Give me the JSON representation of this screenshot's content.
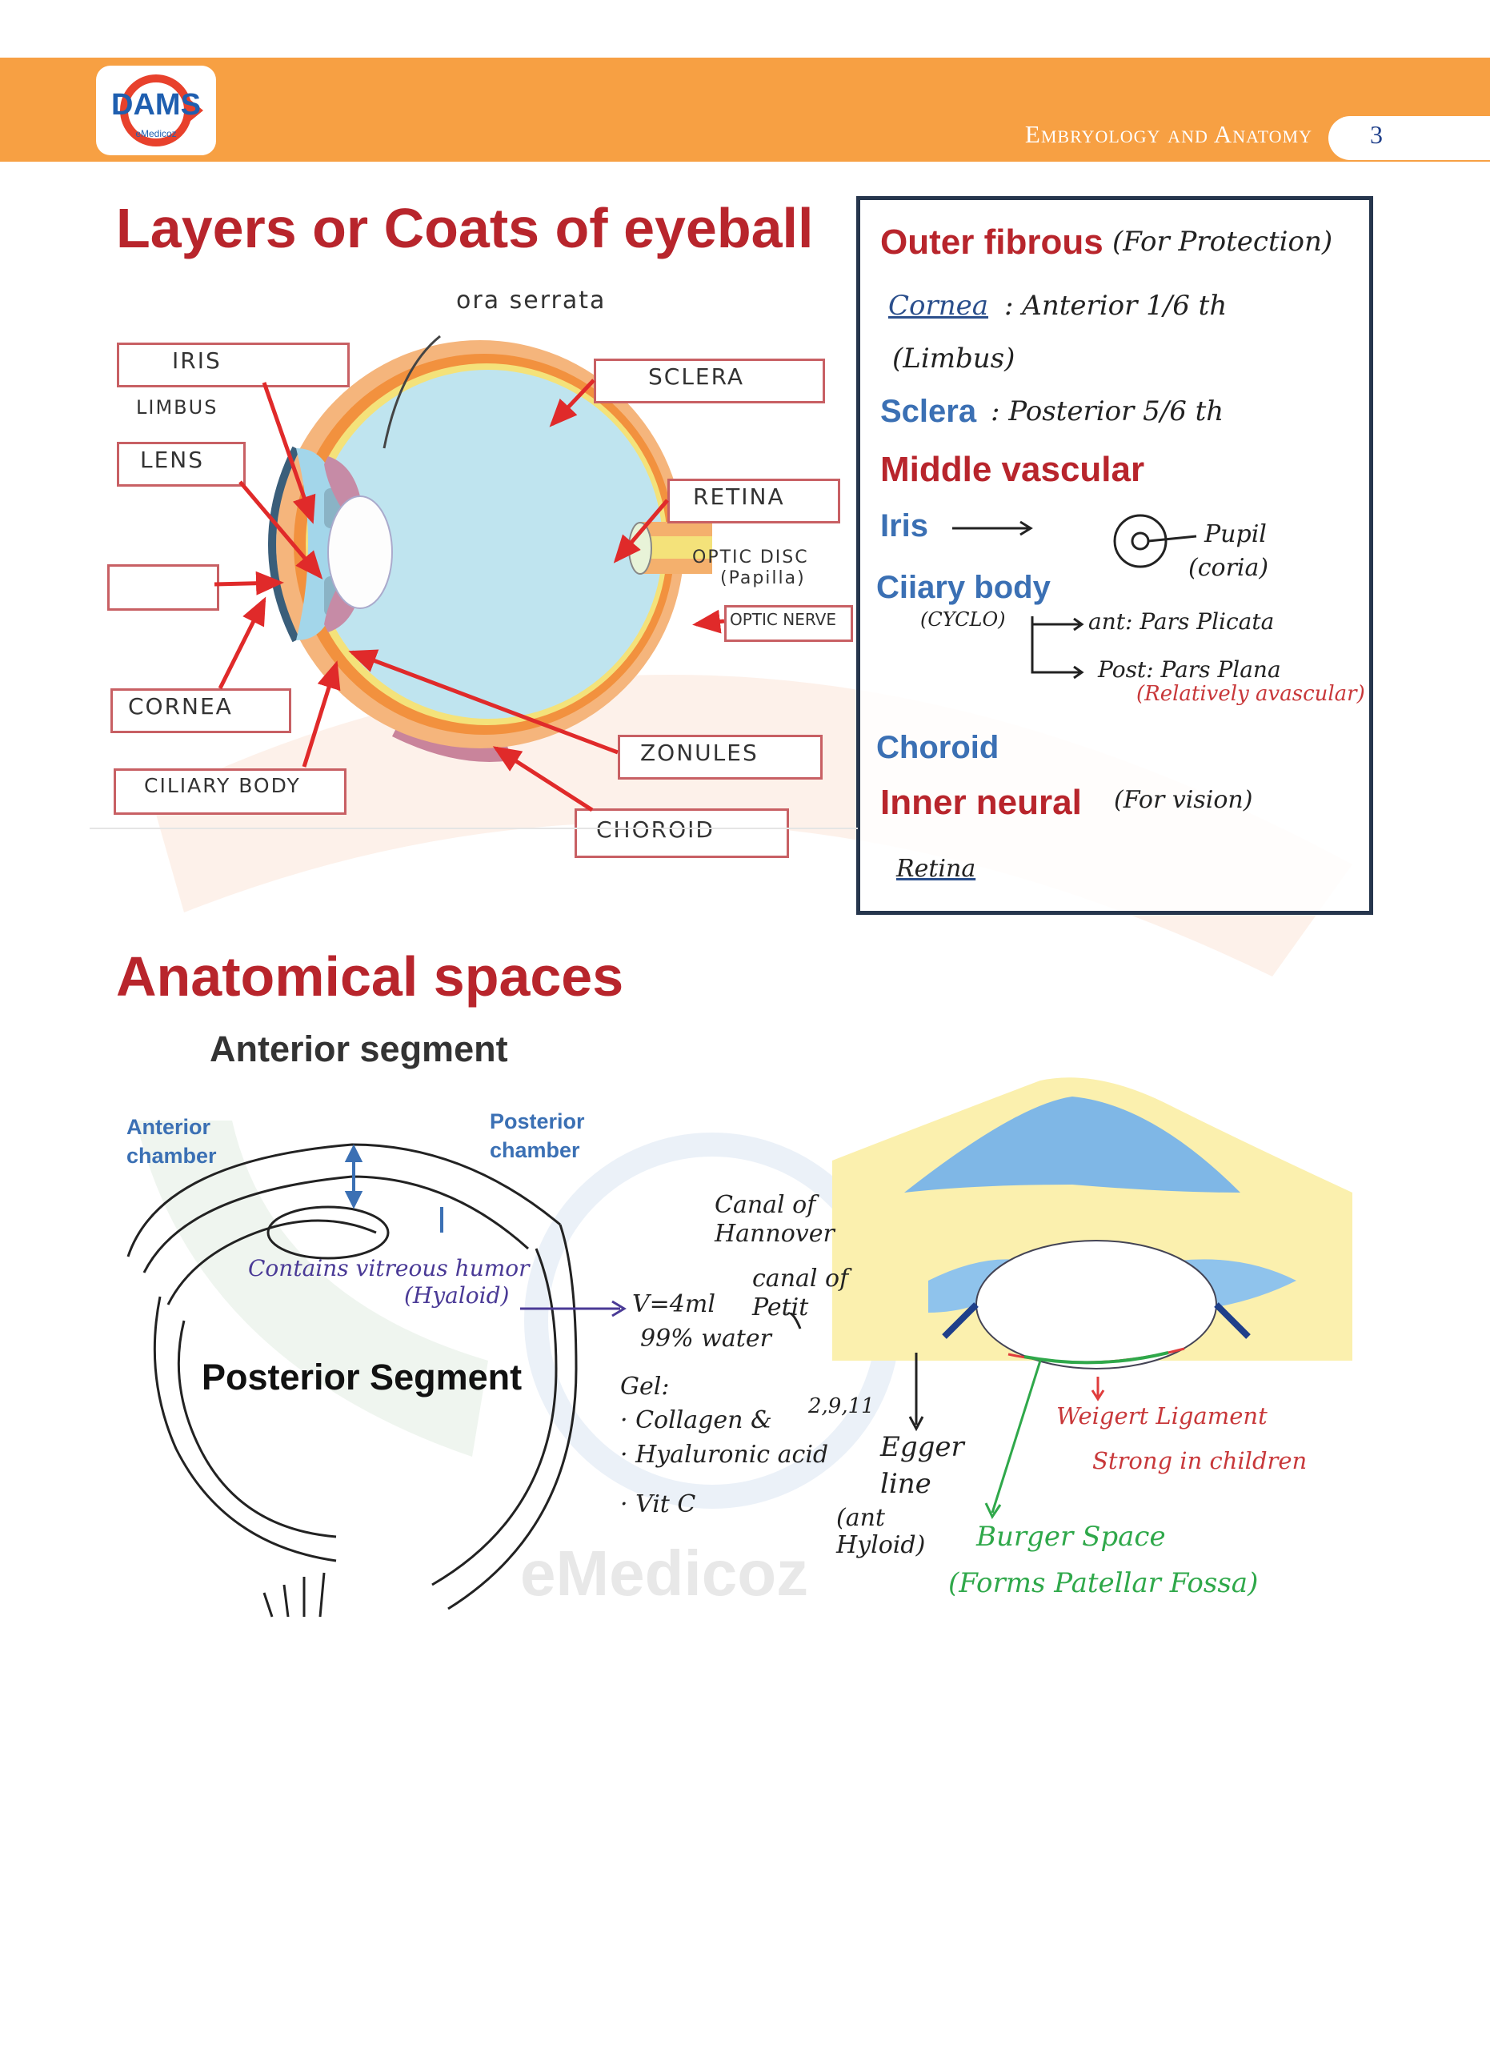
{
  "header": {
    "logo_text": "DAMS",
    "logo_sub": "eMedicoz",
    "title": "Embryology and Anatomy",
    "page_number": "3"
  },
  "section1": {
    "title": "Layers or Coats of eyeball",
    "labels": {
      "ora_serrata": "ora serrata",
      "iris": "IRIS",
      "limbus": "LIMBUS",
      "lens": "LENS",
      "blank": "",
      "cornea": "CORNEA",
      "ciliary_body": "CILIARY BODY",
      "sclera": "SCLERA",
      "retina": "RETINA",
      "optic_disc": "OPTIC DISC",
      "papilla": "(Papilla)",
      "optic_nerve": "OPTIC NERVE",
      "zonules": "ZONULES",
      "choroid": "CHOROID"
    }
  },
  "notes": {
    "outer": "Outer fibrous",
    "outer_note": "(For Protection)",
    "cornea": "Cornea",
    "cornea_note": ": Anterior 1/6 th",
    "limbus": "(Limbus)",
    "sclera": "Sclera",
    "sclera_note": ": Posterior 5/6 th",
    "middle": "Middle vascular",
    "iris": "Iris",
    "pupil": "Pupil",
    "coria": "(coria)",
    "ciliary": "Ciiary body",
    "cyclo": "(CYCLO)",
    "pars_plicata": "ant: Pars Plicata",
    "pars_plana": "Post: Pars Plana",
    "avascular": "(Relatively avascular)",
    "choroid": "Choroid",
    "inner": "Inner neural",
    "inner_note": "(For vision)",
    "retina": "Retina"
  },
  "section2": {
    "title": "Anatomical spaces",
    "anterior_segment": "Anterior segment",
    "anterior_chamber": [
      "Anterior",
      "chamber"
    ],
    "posterior_chamber": [
      "Posterior",
      "chamber"
    ],
    "vitreous": "Contains vitreous humor",
    "hyaloid": "(Hyaloid)",
    "posterior_segment": "Posterior Segment",
    "volume": "V=4ml",
    "water": "99% water",
    "gel": "Gel:",
    "collagen": "· Collagen &",
    "hyaluronic": "· Hyaluronic acid",
    "vitc": "· Vit C",
    "types": "2,9,11",
    "canal_hannover": [
      "Canal of",
      "Hannover"
    ],
    "canal_petit": [
      "canal of",
      "Petit"
    ],
    "egger": [
      "Egger",
      "line"
    ],
    "ant_hyaloid": [
      "(ant",
      "Hyloid)"
    ],
    "weigert": "Weigert Ligament",
    "strong": "Strong in children",
    "burger": "Burger Space",
    "patellar": "(Forms Patellar Fossa)",
    "watermark": "eMedicoz"
  },
  "colors": {
    "header": "#f7a043",
    "title_red": "#b8252c",
    "label_blue": "#3b70b4",
    "notes_border": "#26364d"
  }
}
